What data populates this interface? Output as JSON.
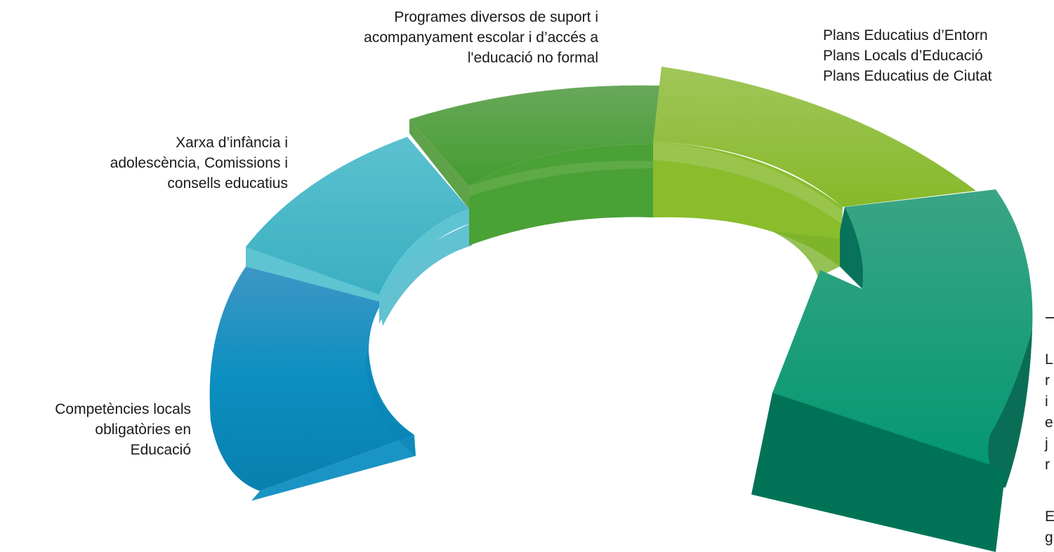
{
  "labels": {
    "competencies": [
      "Competències locals",
      "obligatòries en",
      "Educació"
    ],
    "network": [
      "Xarxa d’infància i",
      "adolescència, Comissions i",
      "consells educatius"
    ],
    "programs": [
      "Programes diversos de suport i",
      "acompanyament escolar i d’accés a",
      "l'educació no formal"
    ],
    "plans": [
      "Plans Educatius d’Entorn",
      "Plans Locals d’Educació",
      "Plans Educatius de Ciutat"
    ]
  },
  "cut_text": {
    "lines": [
      "L",
      "r",
      "i",
      "e",
      "j",
      "r"
    ],
    "lines2": [
      "E",
      "g"
    ]
  },
  "colors": {
    "segment_blue": "#0a8fbf",
    "segment_cyan": "#49b9c9",
    "segment_green": "#4fa23a",
    "segment_lime": "#8cbd34",
    "arrow_teal": "#0f9a75",
    "arrow_dark": "#0b6f57"
  }
}
